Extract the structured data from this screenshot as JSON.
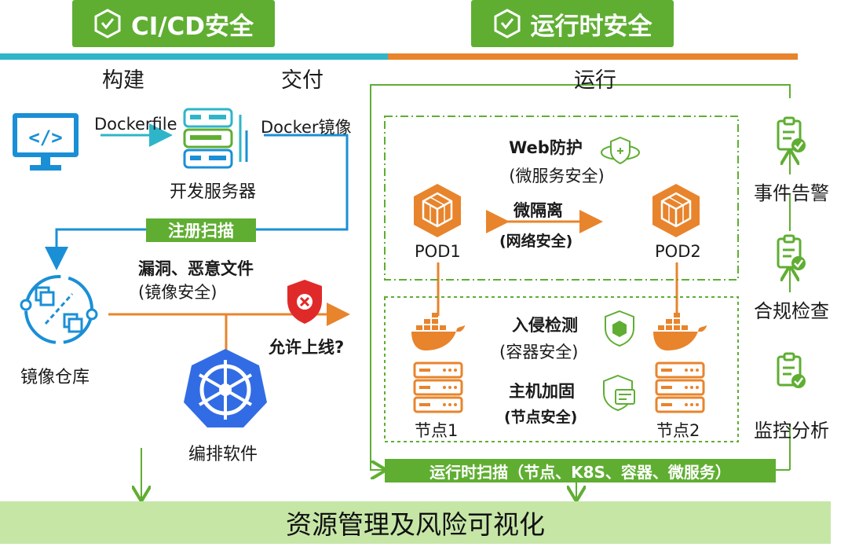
{
  "banners": {
    "cicd": "CI/CD安全",
    "runtime": "运行时安全"
  },
  "stages": {
    "build": "构建",
    "deliver": "交付",
    "run": "运行"
  },
  "build_flow": {
    "dockerfile": "Dockerfile",
    "docker_image": "Docker镜像",
    "dev_server": "开发服务器",
    "register_scan": "注册扫描",
    "vuln_title": "漏洞、恶意文件",
    "vuln_sub": "(镜像安全)",
    "image_repo": "镜像仓库",
    "allow_online": "允许上线?",
    "orchestration": "编排软件"
  },
  "runtime_box": {
    "web_protect": "Web防护",
    "web_protect_sub": "(微服务安全)",
    "micro_isolation": "微隔离",
    "micro_isolation_sub": "(网络安全)",
    "pod1": "POD1",
    "pod2": "POD2",
    "intrusion": "入侵检测",
    "intrusion_sub": "(容器安全)",
    "host_harden": "主机加固",
    "host_harden_sub": "(节点安全)",
    "node1": "节点1",
    "node2": "节点2",
    "runtime_scan": "运行时扫描（节点、K8S、容器、微服务）"
  },
  "right_col": {
    "event_alert": "事件告警",
    "compliance": "合规检查",
    "monitor": "监控分析"
  },
  "footer": "资源管理及风险可视化",
  "colors": {
    "green": "#5fae32",
    "blue": "#1a8fd6",
    "cyan": "#2fb5c9",
    "orange": "#e8842c",
    "footer": "#c6e6a6"
  }
}
